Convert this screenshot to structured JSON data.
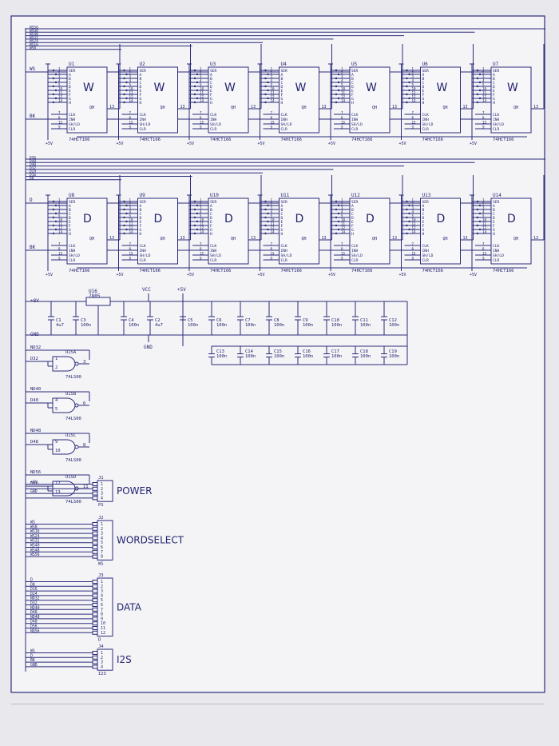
{
  "shift_registers": {
    "part": "74HCT166",
    "pins": [
      "SER",
      "A",
      "B",
      "C",
      "D",
      "E",
      "F",
      "G",
      "H",
      "CLK",
      "INH",
      "SH/LD",
      "CLR",
      "QH"
    ],
    "pin_numbers": [
      "1",
      "2",
      "3",
      "4",
      "5",
      "10",
      "11",
      "12",
      "14",
      "7",
      "6",
      "15",
      "9",
      "13"
    ],
    "top_row": {
      "units": [
        "U1",
        "U2",
        "U3",
        "U4",
        "U5",
        "U6",
        "U7"
      ],
      "letter": "W",
      "bus_labels": [
        "WS56",
        "WS48",
        "WS40",
        "WS32",
        "WS24",
        "WS16",
        "WS8"
      ],
      "input_label": "WS",
      "clock_label": "BK",
      "supply": "+5V"
    },
    "bottom_row": {
      "units": [
        "U8",
        "U9",
        "U10",
        "U11",
        "U12",
        "U13",
        "U14"
      ],
      "letter": "D",
      "bus_labels": [
        "D56",
        "D48",
        "D40",
        "D32",
        "D24",
        "D16",
        "D8"
      ],
      "input_label": "D",
      "clock_label": "BK",
      "supply": "+5V"
    }
  },
  "power_section": {
    "rail_8v": "+8V",
    "rail_gnd": "GND",
    "regulator": {
      "ref": "U16",
      "part": "7805"
    },
    "vcc": "VCC",
    "v5": "+5V",
    "gnd_label": "GND",
    "caps_top": [
      {
        "ref": "C1",
        "value": "4u7"
      },
      {
        "ref": "C3",
        "value": "100n"
      },
      {
        "ref": "C4",
        "value": "100n"
      },
      {
        "ref": "C2",
        "value": "4u7"
      },
      {
        "ref": "C5",
        "value": "100n"
      },
      {
        "ref": "C6",
        "value": "100n"
      },
      {
        "ref": "C7",
        "value": "100n"
      },
      {
        "ref": "C8",
        "value": "100n"
      },
      {
        "ref": "C9",
        "value": "100n"
      },
      {
        "ref": "C10",
        "value": "100n"
      },
      {
        "ref": "C11",
        "value": "100n"
      },
      {
        "ref": "C12",
        "value": "100n"
      }
    ],
    "caps_bottom": [
      {
        "ref": "C13",
        "value": "100n"
      },
      {
        "ref": "C14",
        "value": "100n"
      },
      {
        "ref": "C15",
        "value": "100n"
      },
      {
        "ref": "C16",
        "value": "100n"
      },
      {
        "ref": "C17",
        "value": "100n"
      },
      {
        "ref": "C18",
        "value": "100n"
      },
      {
        "ref": "C19",
        "value": "100n"
      }
    ]
  },
  "gates": [
    {
      "ref": "U15A",
      "out_label": "ND32",
      "in_label": "D32",
      "pins": [
        "1",
        "2",
        "3"
      ],
      "part": "74LS00"
    },
    {
      "ref": "U15B",
      "out_label": "ND40",
      "in_label": "D40",
      "pins": [
        "4",
        "5",
        "6"
      ],
      "part": "74LS00"
    },
    {
      "ref": "U15C",
      "out_label": "ND48",
      "in_label": "D48",
      "pins": [
        "9",
        "10",
        "8"
      ],
      "part": "74LS00"
    },
    {
      "ref": "U15D",
      "out_label": "ND56",
      "in_label": "D56",
      "pins": [
        "12",
        "13",
        "11"
      ],
      "part": "74LS00"
    }
  ],
  "connectors": [
    {
      "ref": "J1",
      "title": "POWER",
      "name": "PS",
      "nets": [
        "+8V",
        "",
        "GND",
        ""
      ],
      "pins": [
        "1",
        "2",
        "3",
        "4"
      ]
    },
    {
      "ref": "J2",
      "title": "WORDSELECT",
      "name": "WS",
      "nets": [
        "WS",
        "WS8",
        "WS16",
        "WS24",
        "WS32",
        "WS40",
        "WS48",
        "WS56"
      ],
      "pins": [
        "1",
        "2",
        "3",
        "4",
        "5",
        "6",
        "7",
        "8"
      ]
    },
    {
      "ref": "J3",
      "title": "DATA",
      "name": "D",
      "nets": [
        "D",
        "D8",
        "D16",
        "D24",
        "ND32",
        "D32",
        "ND40",
        "D40",
        "ND48",
        "D48",
        "D56",
        "ND56"
      ],
      "pins": [
        "1",
        "2",
        "3",
        "4",
        "5",
        "6",
        "7",
        "8",
        "9",
        "10",
        "11",
        "12"
      ]
    },
    {
      "ref": "J4",
      "title": "I2S",
      "name": "I2S",
      "nets": [
        "WS",
        "D",
        "BK",
        "GND"
      ],
      "pins": [
        "1",
        "2",
        "3",
        "4"
      ]
    }
  ]
}
